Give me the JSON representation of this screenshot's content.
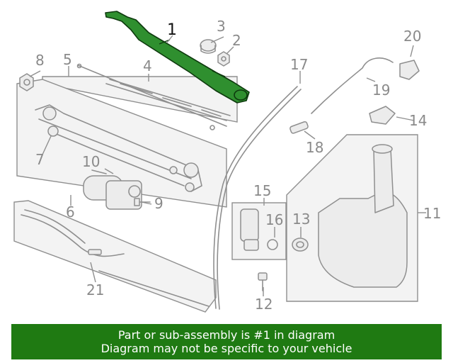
{
  "callouts": {
    "c1": "1",
    "c2": "2",
    "c3": "3",
    "c4": "4",
    "c5": "5",
    "c6": "6",
    "c7": "7",
    "c8": "8",
    "c9": "9",
    "c10": "10",
    "c11": "11",
    "c12": "12",
    "c13": "13",
    "c14": "14",
    "c15": "15",
    "c16": "16",
    "c17": "17",
    "c18": "18",
    "c19": "19",
    "c20": "20",
    "c21": "21"
  },
  "highlight_color": "#2f8f2f",
  "banner": {
    "line1": "Part or sub-assembly is #1 in diagram",
    "line2": "Diagram may not be specific to your vehicle",
    "background": "#1f7a12",
    "text_color": "#ffffff"
  }
}
